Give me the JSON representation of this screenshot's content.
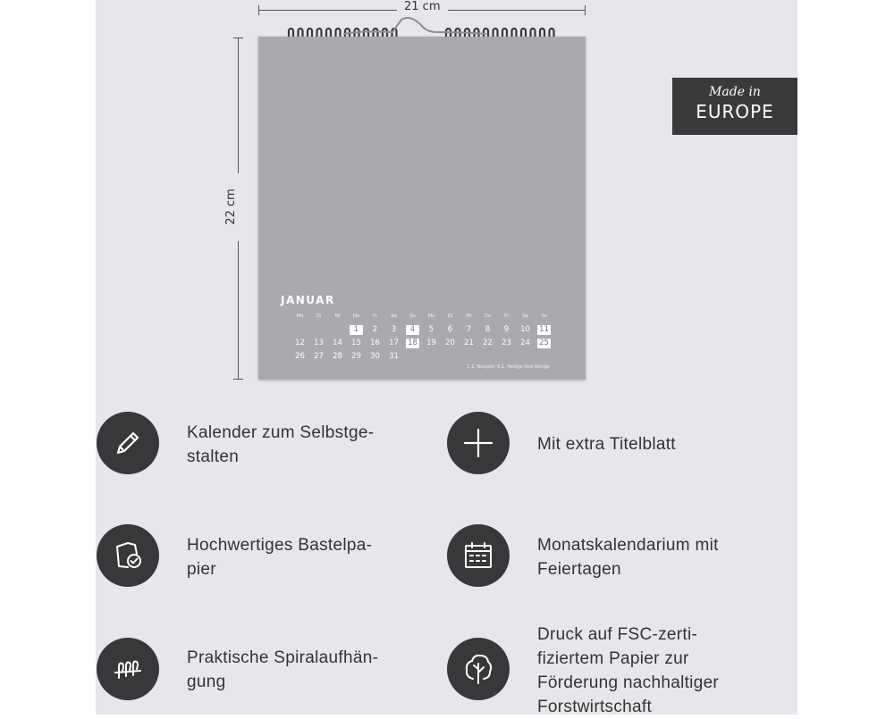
{
  "dimensions": {
    "width_label": "21 cm",
    "height_label": "22 cm"
  },
  "calendar": {
    "month": "JANUAR",
    "weekdays": [
      "Mo",
      "Di",
      "Mi",
      "Do",
      "Fr",
      "Sa",
      "So",
      "Mo",
      "Di",
      "Mi",
      "Do",
      "Fr",
      "Sa",
      "So"
    ],
    "rows": [
      [
        "",
        "",
        "",
        "1",
        "2",
        "3",
        "4",
        "5",
        "6",
        "7",
        "8",
        "9",
        "10",
        "11"
      ],
      [
        "12",
        "13",
        "14",
        "15",
        "16",
        "17",
        "18",
        "19",
        "20",
        "21",
        "22",
        "23",
        "24",
        "25"
      ],
      [
        "26",
        "27",
        "28",
        "29",
        "30",
        "31",
        "",
        "",
        "",
        "",
        "",
        "",
        "",
        ""
      ]
    ],
    "highlighted_days": [
      "1",
      "4",
      "11",
      "18",
      "25"
    ],
    "holiday_note": "1.1. Neujahr, 6.1. Heilige Drei Könige"
  },
  "badge": {
    "line1": "Made in",
    "line2": "EUROPE"
  },
  "features": [
    {
      "icon": "pencil-icon",
      "lines": [
        "Kalender zum Selbstge-",
        "stalten"
      ]
    },
    {
      "icon": "plus-icon",
      "lines": [
        "Mit extra Titelblatt"
      ]
    },
    {
      "icon": "paper-check-icon",
      "lines": [
        "Hochwertiges Bastelpa-",
        "pier"
      ]
    },
    {
      "icon": "calendar-icon",
      "lines": [
        "Monatskalendarium mit",
        "Feiertagen"
      ]
    },
    {
      "icon": "spiral-icon",
      "lines": [
        "Praktische Spiralaufhän-",
        "gung"
      ]
    },
    {
      "icon": "tree-icon",
      "lines": [
        "Druck auf FSC-zerti-",
        "fiziertem Papier zur",
        "Förderung nachhaltiger",
        "Forstwirtschaft"
      ]
    }
  ],
  "colors": {
    "panel": "#e6e7eb",
    "calendar": "#a9a9b0",
    "icon_bg": "#38373a",
    "badge_bg": "#3a393c"
  }
}
